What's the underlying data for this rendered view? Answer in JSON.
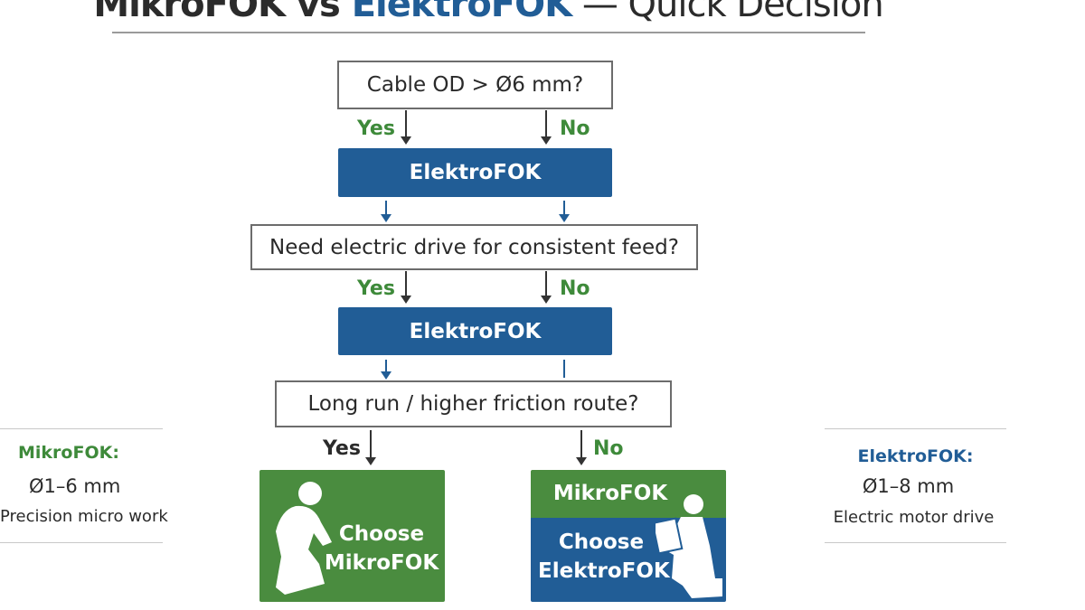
{
  "title": {
    "part1": "MikroFOK vs ",
    "part2": "ElektroFOK",
    "part3": " — Quick Decision"
  },
  "colors": {
    "green": "#4a8c3f",
    "blue": "#215d96"
  },
  "flow": {
    "q1": "Cable OD > Ø6 mm?",
    "q1_yes": "Yes",
    "q1_no": "No",
    "r1": "ElektroFOK",
    "q2": "Need electric drive for consistent feed?",
    "q2_yes": "Yes",
    "q2_no": "No",
    "r2": "ElektroFOK",
    "q3": "Long run / higher friction route?",
    "q3_yes": "Yes",
    "q3_no": "No",
    "out_yes": {
      "line1": "Choose",
      "line2": "MikroFOK",
      "icon": "kneeling-worker-icon"
    },
    "out_no": {
      "top": "MikroFOK",
      "line1": "Choose",
      "line2": "ElektroFOK",
      "icon": "worker-with-device-icon"
    }
  },
  "left": {
    "name": "MikroFOK:",
    "range": "Ø1–6 mm",
    "desc": "Precision micro work"
  },
  "right": {
    "name": "ElektroFOK:",
    "range": "Ø1–8 mm",
    "desc": "Electric motor drive"
  }
}
